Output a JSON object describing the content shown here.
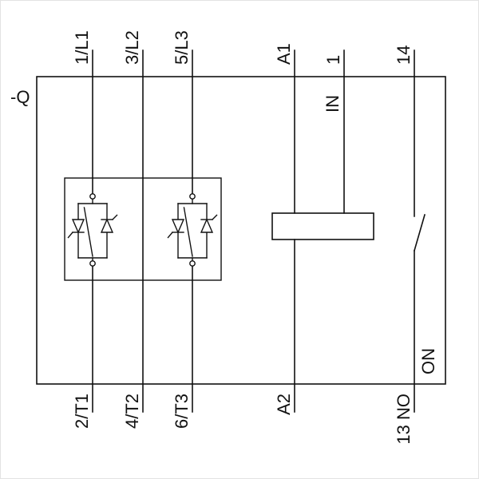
{
  "diagram": {
    "device_label": "-Q",
    "top_terminals": [
      "1/L1",
      "3/L2",
      "5/L3",
      "A1",
      "1",
      "14"
    ],
    "bottom_terminals": [
      "2/T1",
      "4/T2",
      "6/T3",
      "A2",
      "13 NO"
    ],
    "internal_labels": {
      "input": "IN",
      "output": "ON"
    },
    "colors": {
      "line": "#111111",
      "background": "#ffffff"
    }
  }
}
